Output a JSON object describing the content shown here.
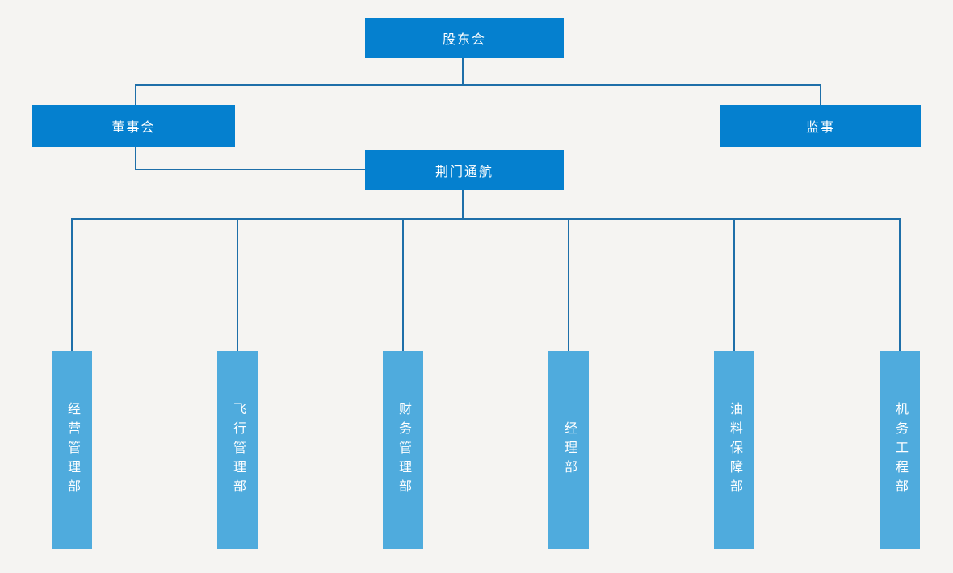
{
  "colors": {
    "background": "#f5f4f2",
    "node_fill": "#0580cf",
    "department_fill": "#4fabdd",
    "connector_line": "#1e6fa9",
    "text": "#ffffff"
  },
  "org_chart": {
    "type": "organization-chart",
    "root": {
      "label": "股东会"
    },
    "level2": [
      {
        "label": "董事会"
      },
      {
        "label": "监事"
      }
    ],
    "company": {
      "label": "荆门通航"
    },
    "departments": [
      {
        "label": "经营管理部"
      },
      {
        "label": "飞行管理部"
      },
      {
        "label": "财务管理部"
      },
      {
        "label": "经理部"
      },
      {
        "label": "油料保障部"
      },
      {
        "label": "机务工程部"
      }
    ]
  }
}
